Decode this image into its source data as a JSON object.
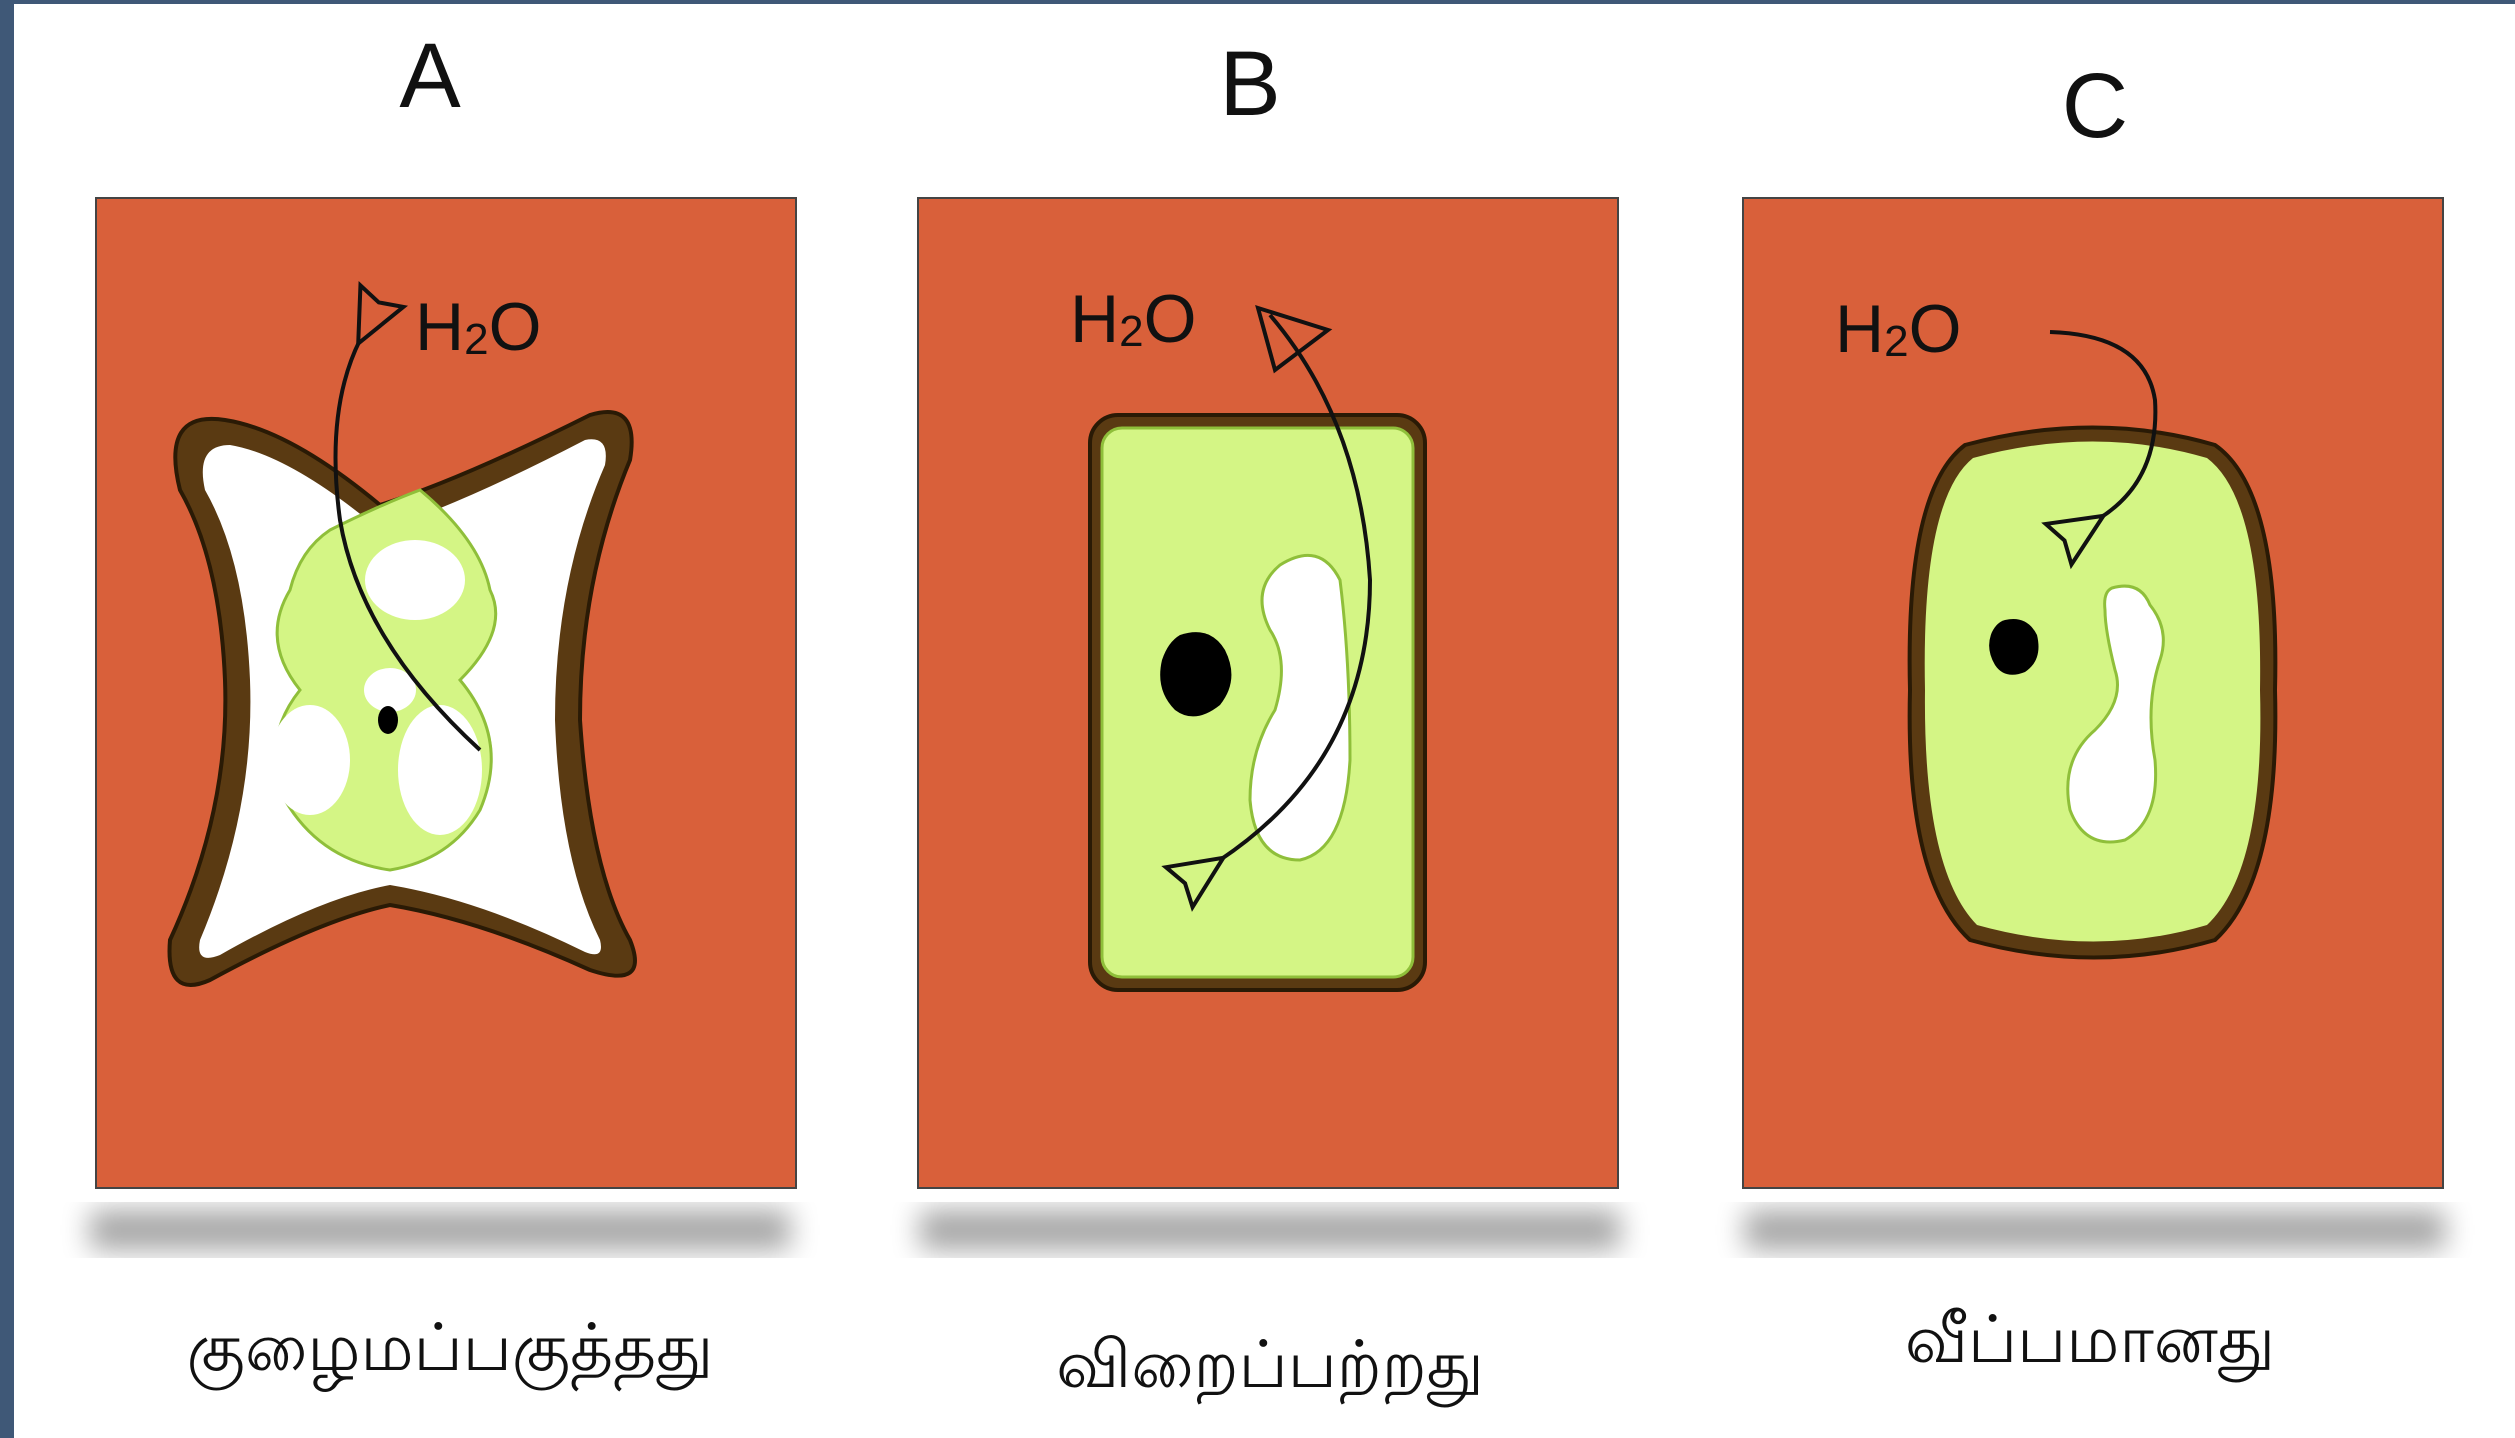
{
  "panels": [
    {
      "letter": "A",
      "caption": "குழைமப்பகுத்தது",
      "water_label": {
        "main": "H",
        "sub": "2",
        "tail": "O"
      },
      "state": "plasmolysed"
    },
    {
      "letter": "B",
      "caption": "விறைப்பற்றது",
      "water_label": {
        "main": "H",
        "sub": "2",
        "tail": "O"
      },
      "state": "flaccid"
    },
    {
      "letter": "C",
      "caption": "வீப்பமானது",
      "water_label": {
        "main": "H",
        "sub": "2",
        "tail": "O"
      },
      "state": "turgid"
    }
  ],
  "colors": {
    "solution": "#d9603a",
    "cytoplasm": "#d4f585",
    "cell_wall": "#5a3a12",
    "vacuole": "#ffffff",
    "nucleus": "#000000",
    "frame": "#3f5877"
  }
}
